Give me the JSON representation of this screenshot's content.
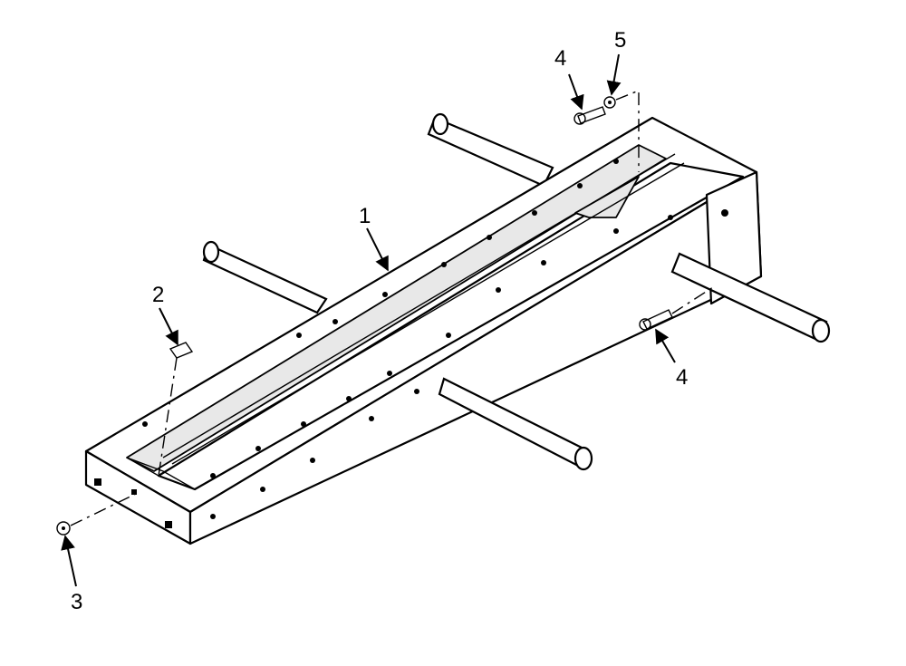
{
  "callouts": [
    {
      "id": "1",
      "label": "1"
    },
    {
      "id": "2",
      "label": "2"
    },
    {
      "id": "3",
      "label": "3"
    },
    {
      "id": "4a",
      "label": "4"
    },
    {
      "id": "4b",
      "label": "4"
    },
    {
      "id": "5",
      "label": "5"
    }
  ],
  "colors": {
    "ink": "#000000",
    "background": "#ffffff"
  }
}
